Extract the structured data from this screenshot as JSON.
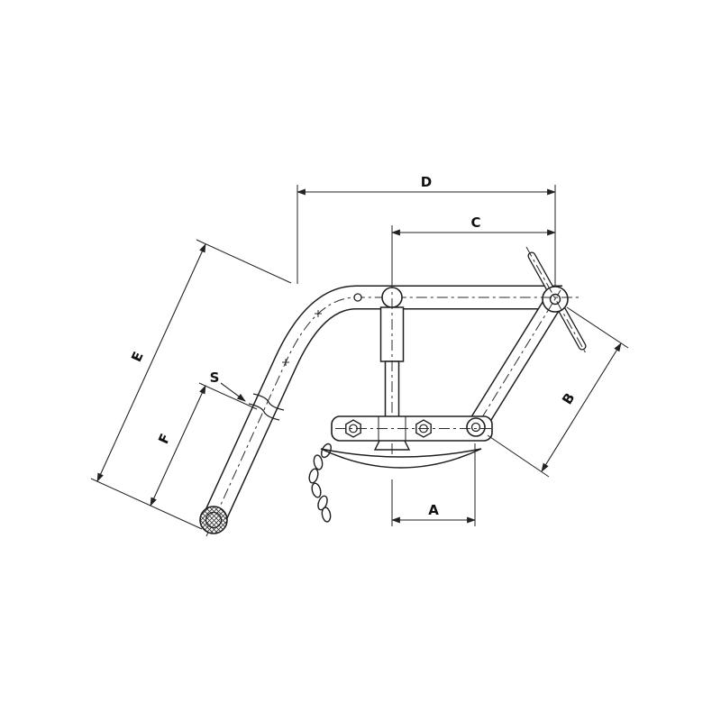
{
  "diagram": {
    "background_color": "#ffffff",
    "line_color": "#1f1f1f",
    "dimension_color": "#222222",
    "labels": {
      "A": "A",
      "B": "B",
      "C": "C",
      "D": "D",
      "E": "E",
      "F": "F",
      "S": "S"
    }
  }
}
